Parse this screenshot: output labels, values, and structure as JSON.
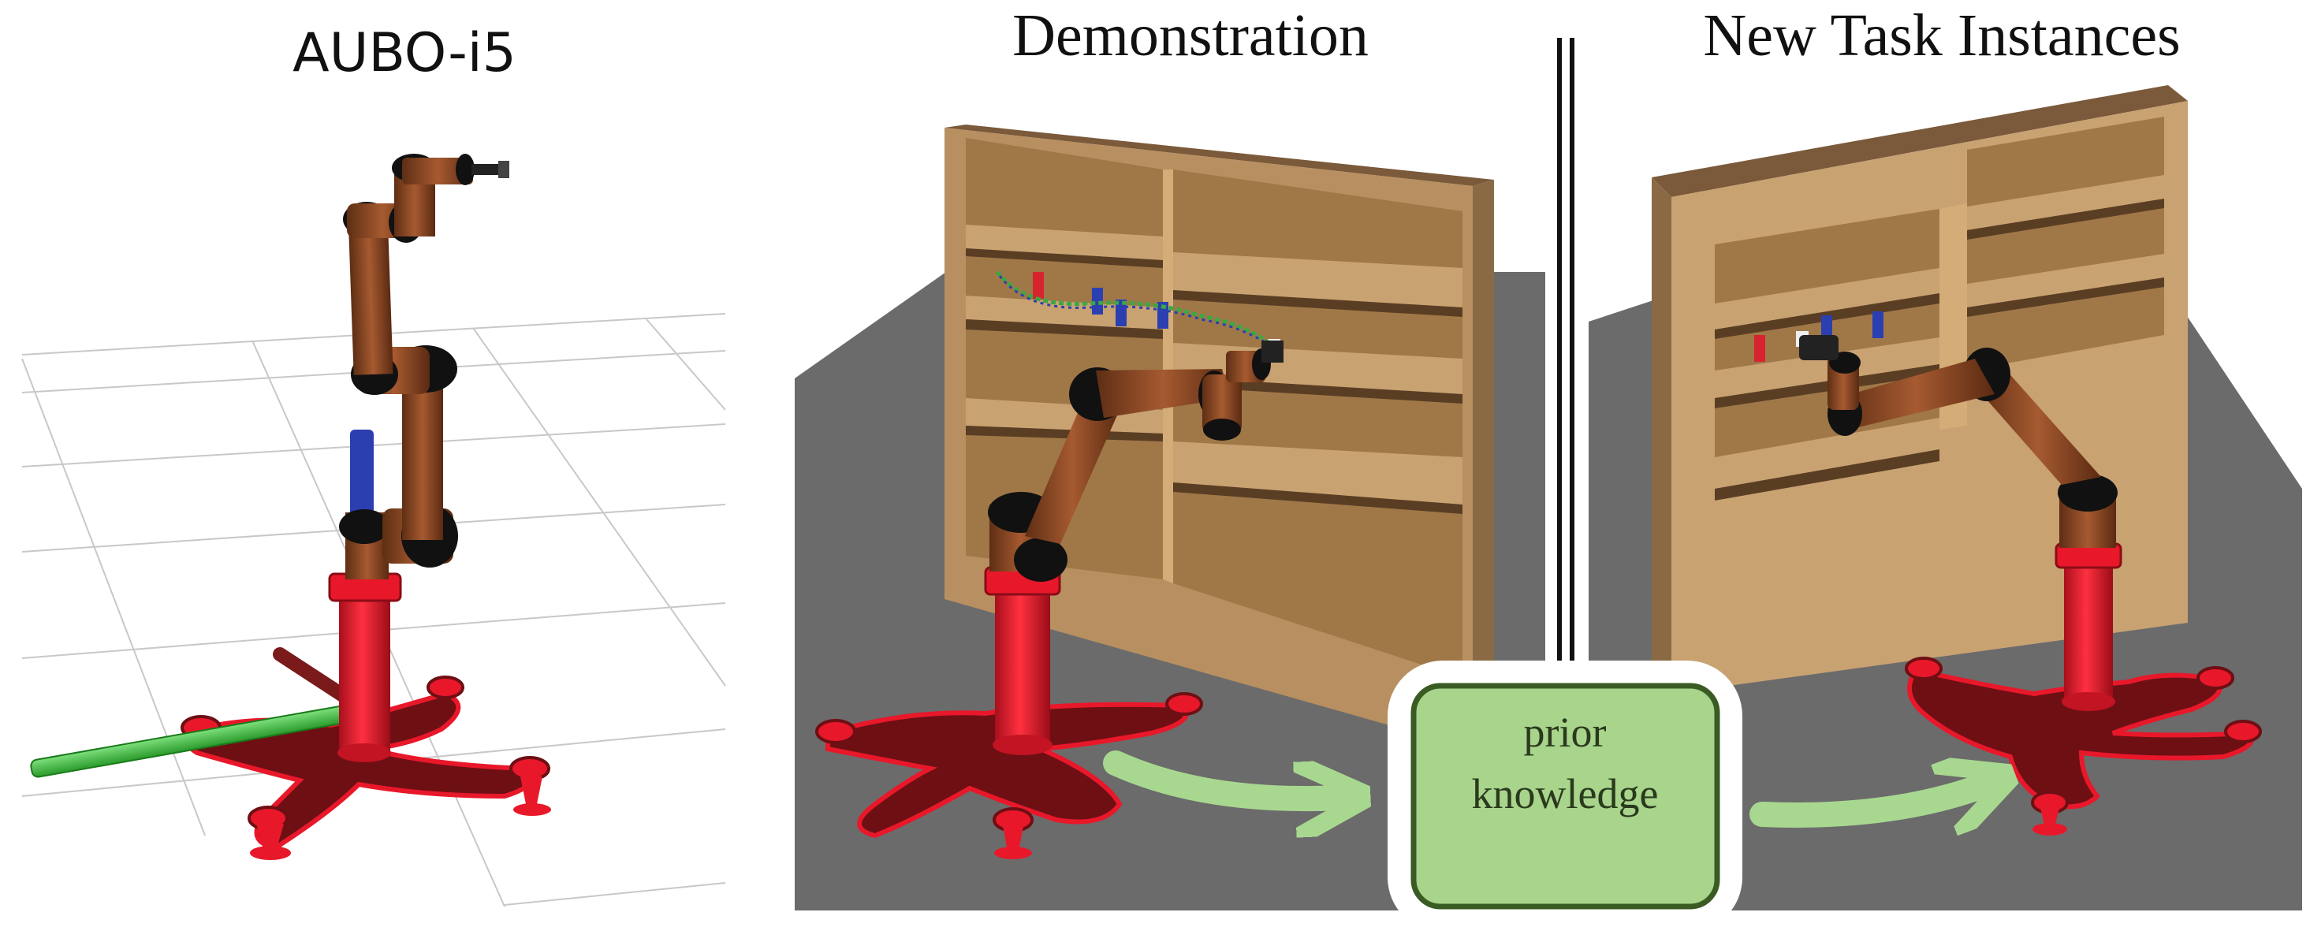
{
  "panels": {
    "robot": {
      "title": "AUBO-i5"
    },
    "demonstration": {
      "title": "Demonstration"
    },
    "new_tasks": {
      "title": "New Task Instances"
    }
  },
  "knowledge_box": {
    "line1": "prior",
    "line2": "knowledge"
  },
  "colors": {
    "robot_arm": "#8b4a26",
    "robot_joint": "#111111",
    "pedestal": "#e8182a",
    "base_plate": "#6e0f14",
    "shelf_wood": "#c9a272",
    "shelf_dark": "#7a5a3a",
    "floor": "#6b6b6b",
    "arrow": "#a8d890",
    "box_fill": "#a8d48c",
    "box_border": "#3a5c24",
    "axis_green": "#3ec43e",
    "axis_blue": "#2c3fb0",
    "axis_red": "#7a1a1a"
  }
}
